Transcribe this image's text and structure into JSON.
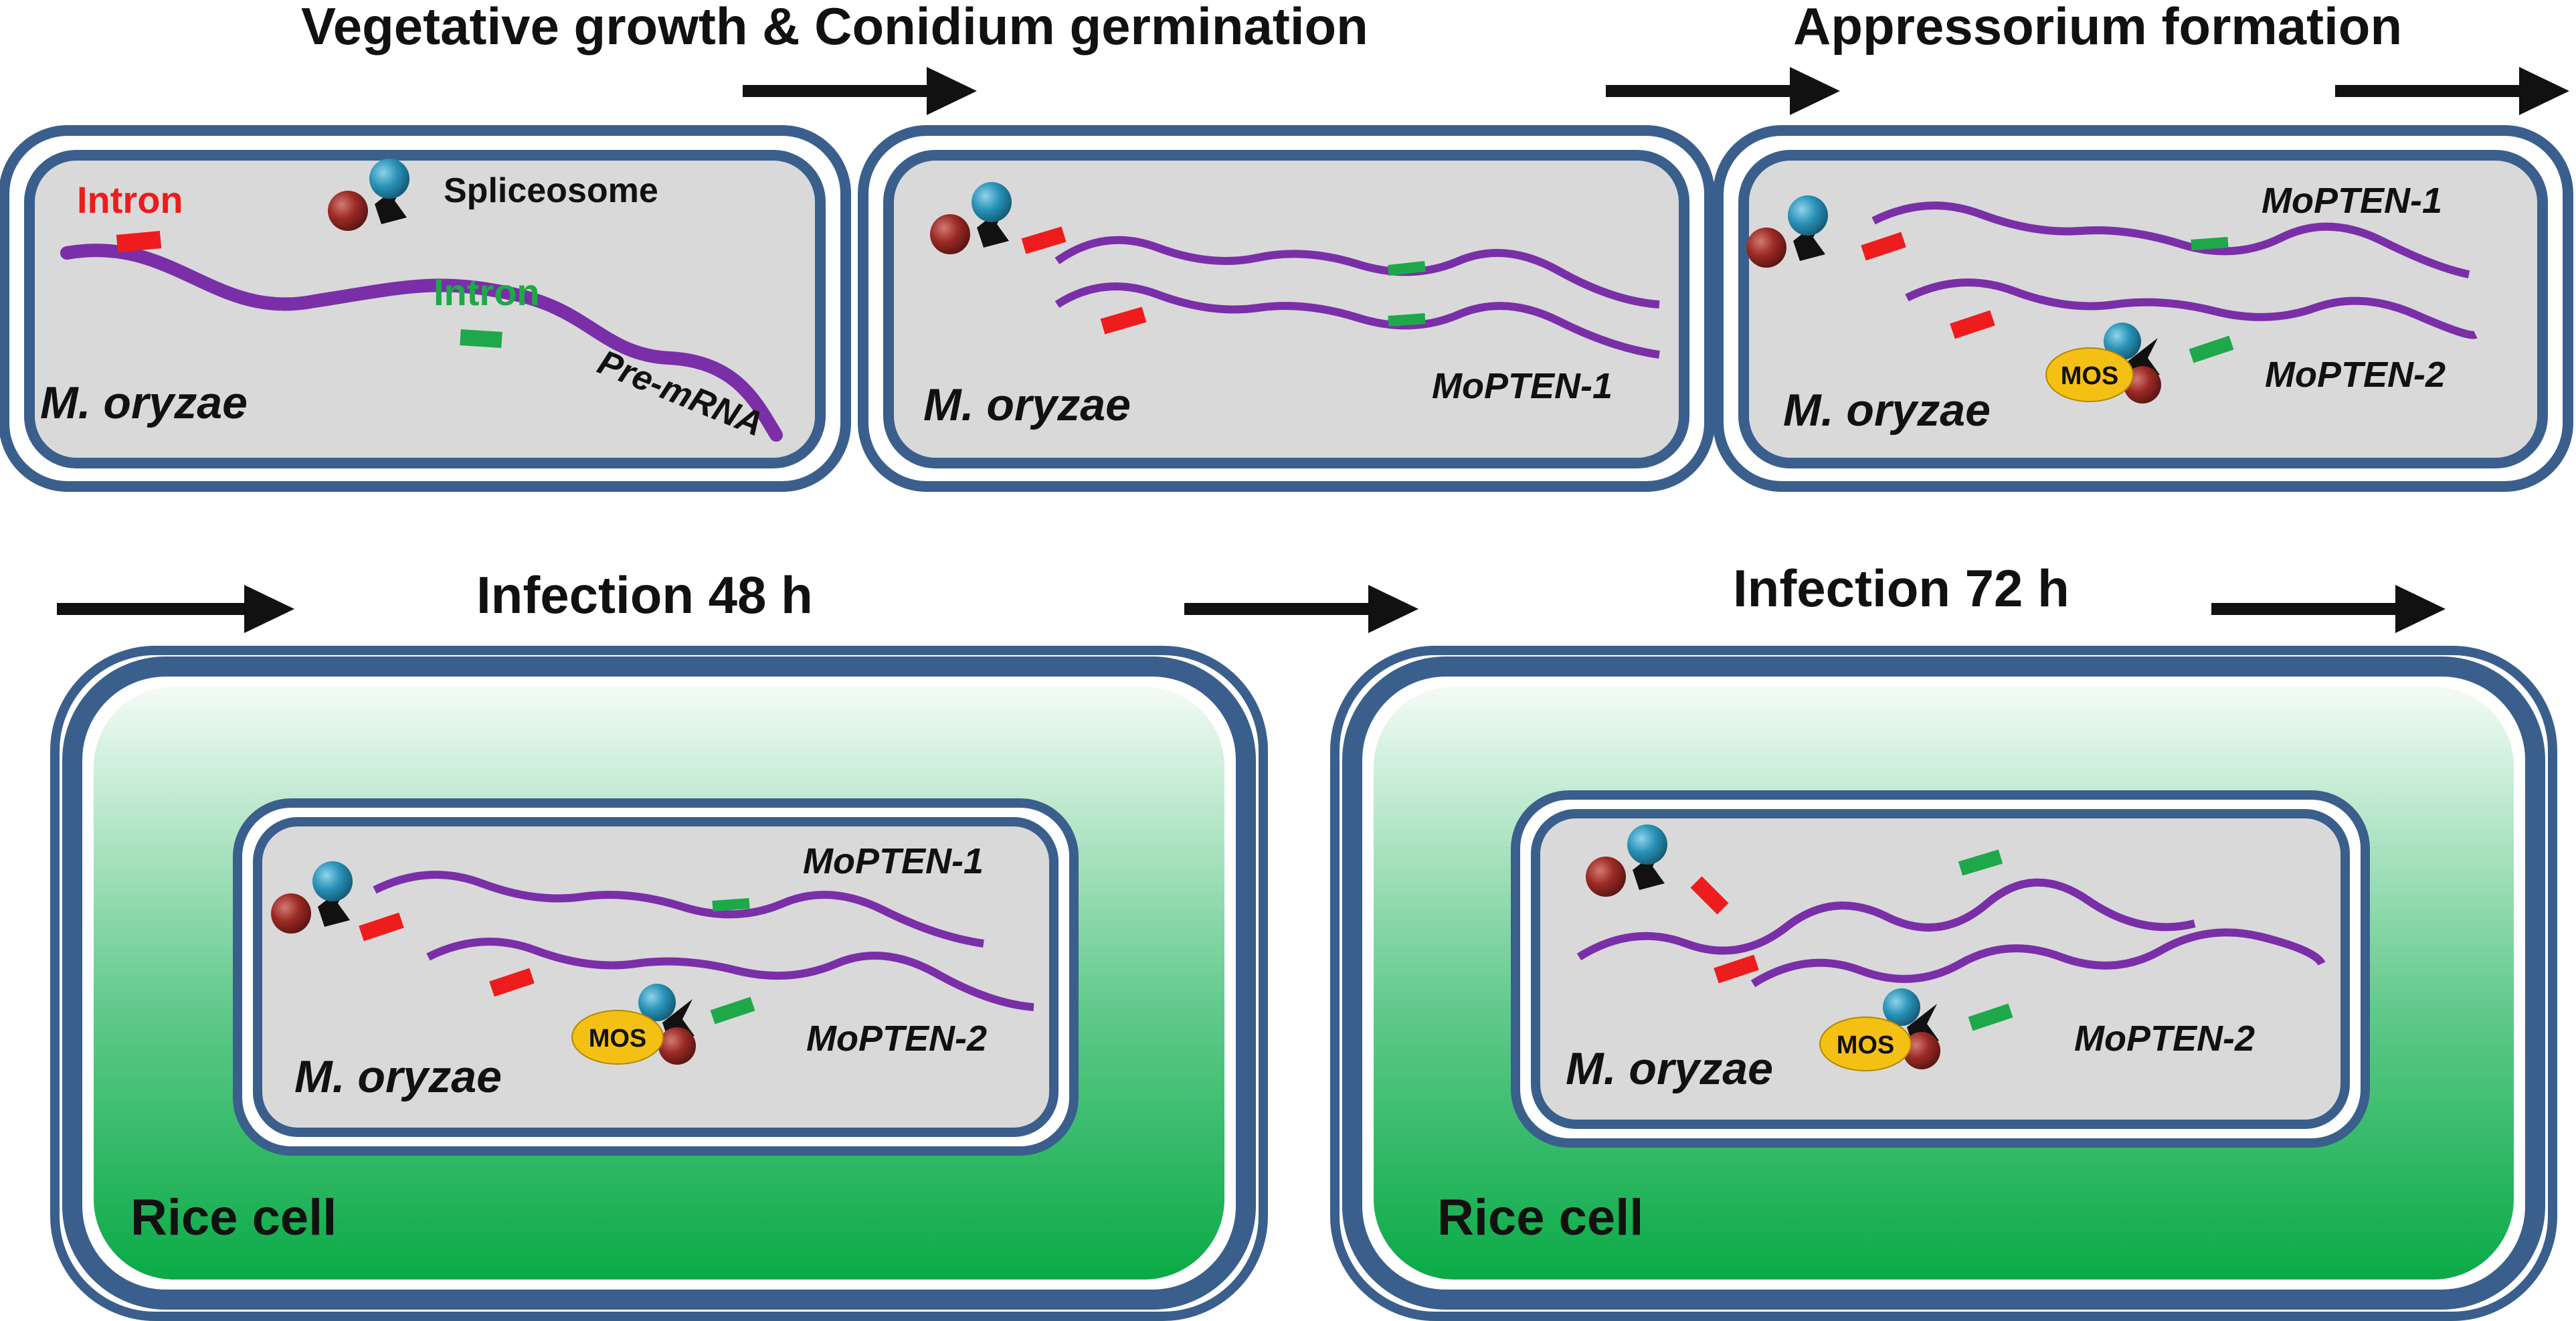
{
  "stages": {
    "vegetative": "Vegetative growth & Conidium germination",
    "appressorium": "Appressorium formation",
    "infection48": "Infection 48 h",
    "infection72": "Infection 72 h"
  },
  "labels": {
    "intron_red": "Intron",
    "intron_green": "Intron",
    "spliceosome": "Spliceosome",
    "pre_mrna": "Pre-mRNA",
    "organism": "M. oryzae",
    "mopten1": "MoPTEN-1",
    "mopten2": "MoPTEN-2",
    "mos": "MOS",
    "rice_cell": "Rice cell"
  },
  "colors": {
    "cell_border": "#3a5f8c",
    "panel_fill": "#d9d9d9",
    "rna": "#7a2fa8",
    "intron_red": "#ee1c1c",
    "intron_green": "#1fa84a",
    "sphere_blue": "#2a93b8",
    "sphere_red": "#9b2a25",
    "mos_fill": "#f5c014",
    "rice_green": "#0aaa46"
  },
  "icons": [
    "spliceosome-icon",
    "arrow-right-icon",
    "mos-complex-icon"
  ]
}
